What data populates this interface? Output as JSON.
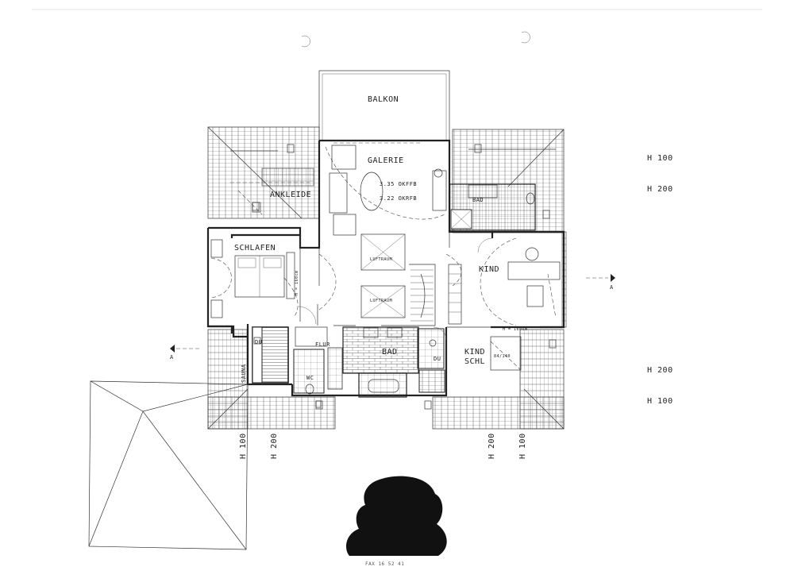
{
  "rooms": {
    "balkon": "BALKON",
    "galerie": "GALERIE",
    "ankleide": "ANKLEIDE",
    "schlafen": "SCHLAFEN",
    "kind": "KIND",
    "kind_schl_1": "KIND",
    "kind_schl_2": "SCHL",
    "bad_top": "BAD",
    "bad_center": "BAD",
    "flur": "FLUR",
    "wc": "WC",
    "du_left": "DU",
    "du_right": "DU",
    "sauna": "SAUNA",
    "luftraum_1": "LUFTRAUM",
    "luftraum_2": "LUFTRAUM"
  },
  "levels": {
    "okffb": "3.35 OKFFB",
    "okrfb": "3.22 OKRFB"
  },
  "sill_notes": {
    "schlafen_window": "H = 160cm",
    "kind_window": "H = 160cm",
    "kind_schl_window": "84/140"
  },
  "section_markers": {
    "left": "A",
    "right": "A"
  },
  "height_lines": {
    "right_top_1": "H 100",
    "right_top_2": "H 200",
    "right_bottom_1": "H 200",
    "right_bottom_2": "H 100",
    "bottom_left_1": "H 100",
    "bottom_left_2": "H 200",
    "bottom_right_1": "H 200",
    "bottom_right_2": "H 100"
  },
  "fax_line": "FAX          16 52 41"
}
